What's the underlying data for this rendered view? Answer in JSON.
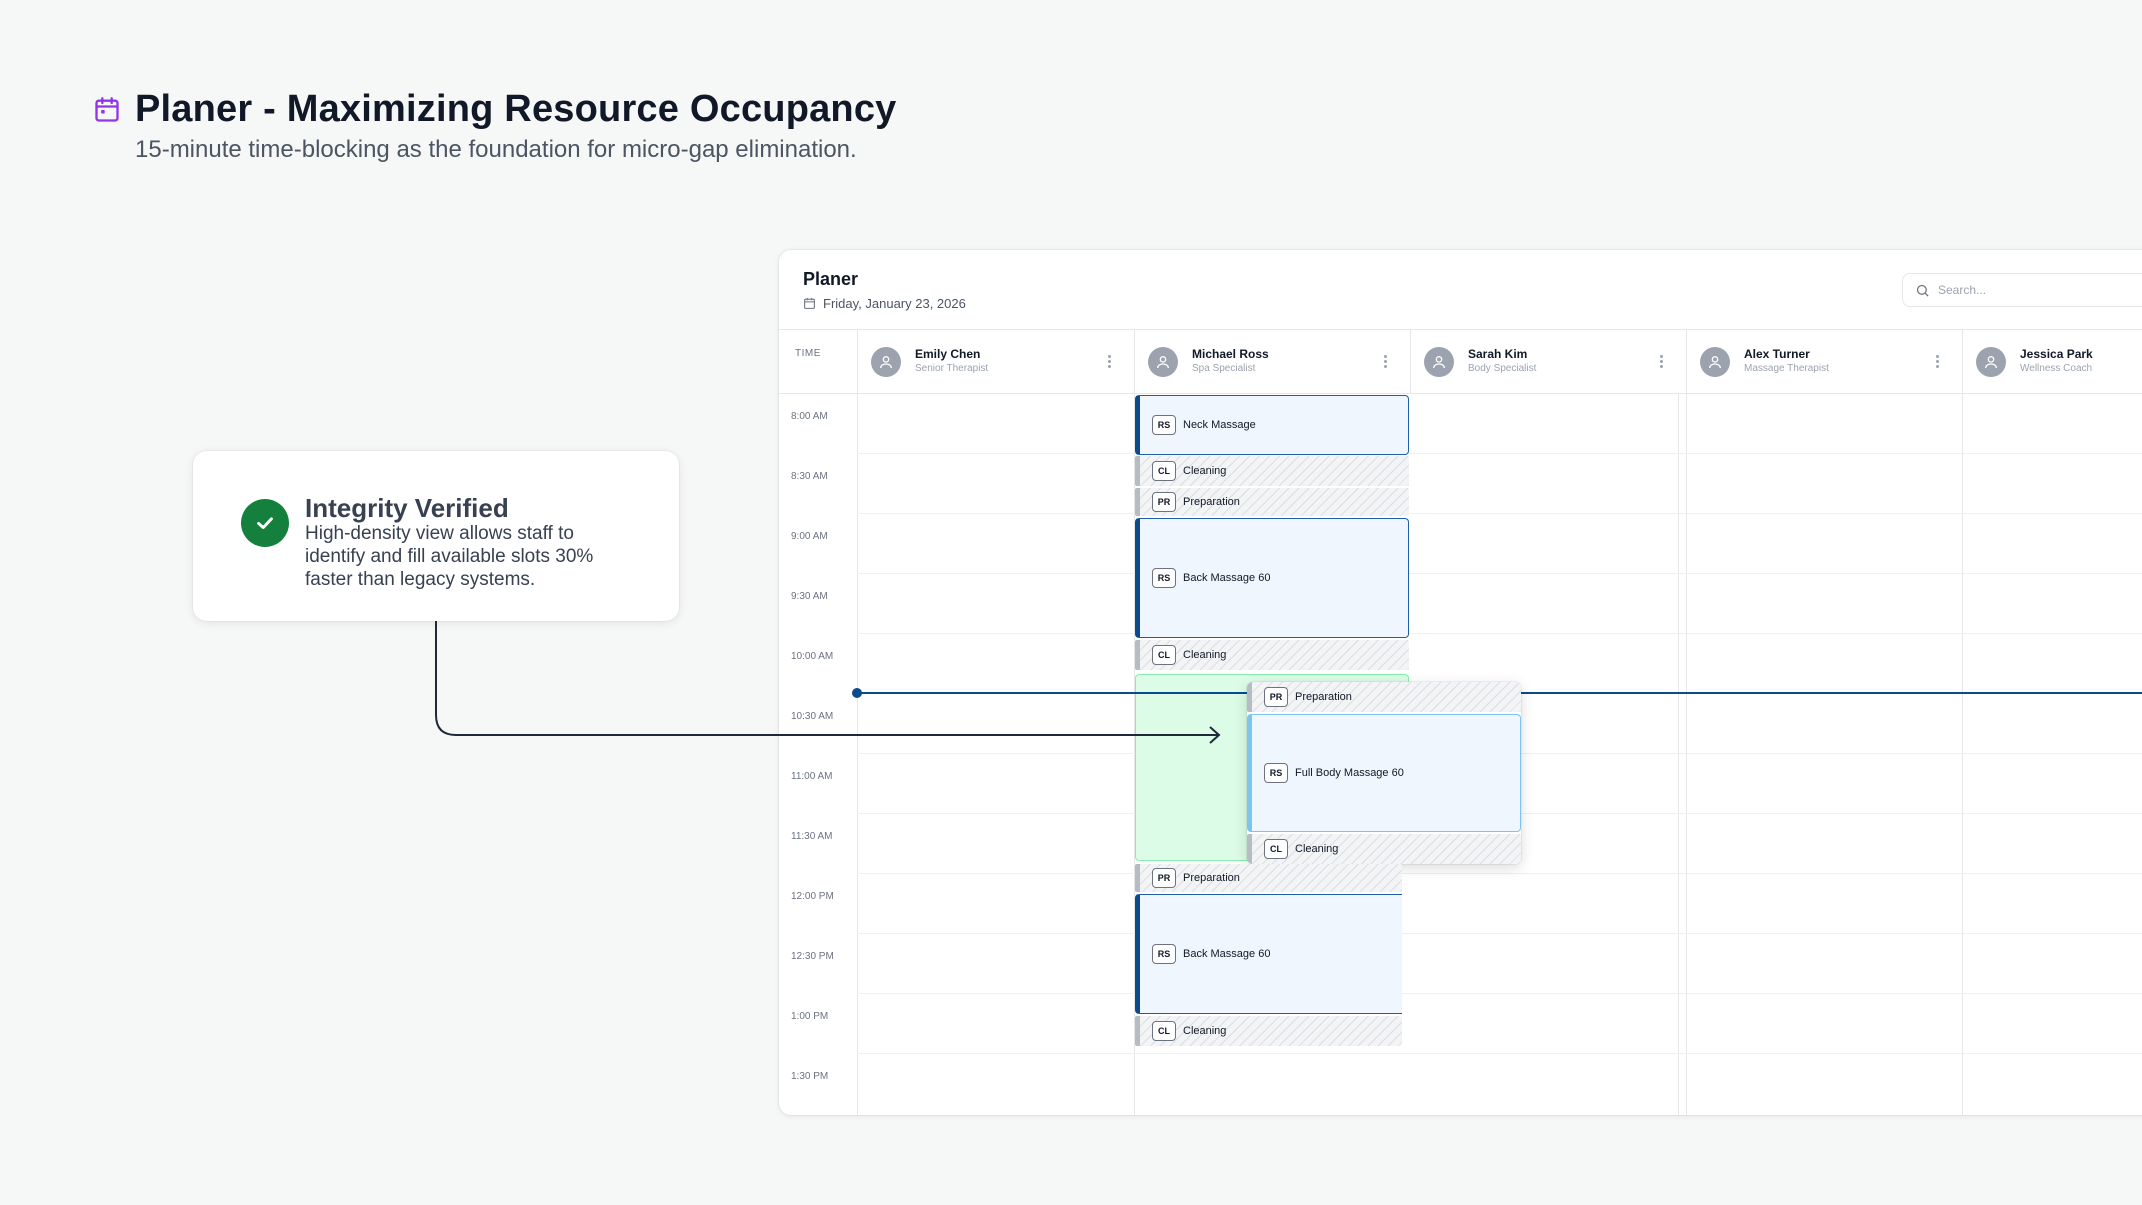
{
  "hero": {
    "title": "Planer - Maximizing Resource Occupancy",
    "subtitle": "15-minute time-blocking as the foundation for micro-gap elimination."
  },
  "callout": {
    "title": "Integrity Verified",
    "body": "High-density view allows staff to identify and fill available slots 30% faster than legacy systems."
  },
  "planner": {
    "title": "Planer",
    "date": "Friday, January 23, 2026",
    "search_placeholder": "Search...",
    "time_header": "TIME",
    "staff": [
      {
        "name": "Emily Chen",
        "role": "Senior Therapist"
      },
      {
        "name": "Michael Ross",
        "role": "Spa Specialist"
      },
      {
        "name": "Sarah Kim",
        "role": "Body Specialist"
      },
      {
        "name": "Alex Turner",
        "role": "Massage Therapist"
      },
      {
        "name": "Jessica Park",
        "role": "Wellness Coach"
      }
    ],
    "times": [
      "8:00 AM",
      "8:30 AM",
      "9:00 AM",
      "9:30 AM",
      "10:00 AM",
      "10:30 AM",
      "11:00 AM",
      "11:30 AM",
      "12:00 PM",
      "12:30 PM",
      "1:00 PM",
      "1:30 PM"
    ],
    "events": {
      "neck_massage": {
        "tag": "RS",
        "label": "Neck Massage"
      },
      "cleaning_1": {
        "tag": "CL",
        "label": "Cleaning"
      },
      "prep_1": {
        "tag": "PR",
        "label": "Preparation"
      },
      "back_massage_1": {
        "tag": "RS",
        "label": "Back Massage 60"
      },
      "cleaning_2": {
        "tag": "CL",
        "label": "Cleaning"
      },
      "drag_prep": {
        "tag": "PR",
        "label": "Preparation"
      },
      "drag_main": {
        "tag": "RS",
        "label": "Full Body Massage 60"
      },
      "drag_clean": {
        "tag": "CL",
        "label": "Cleaning"
      },
      "prep_2": {
        "tag": "PR",
        "label": "Preparation"
      },
      "back_massage_2": {
        "tag": "RS",
        "label": "Back Massage 60"
      },
      "cleaning_3": {
        "tag": "CL",
        "label": "Cleaning"
      }
    },
    "colors": {
      "accent": "#0c4a8e",
      "gap_green": "#dcfce7",
      "verified_green": "#15803d",
      "icon_purple": "#9333ea"
    }
  }
}
